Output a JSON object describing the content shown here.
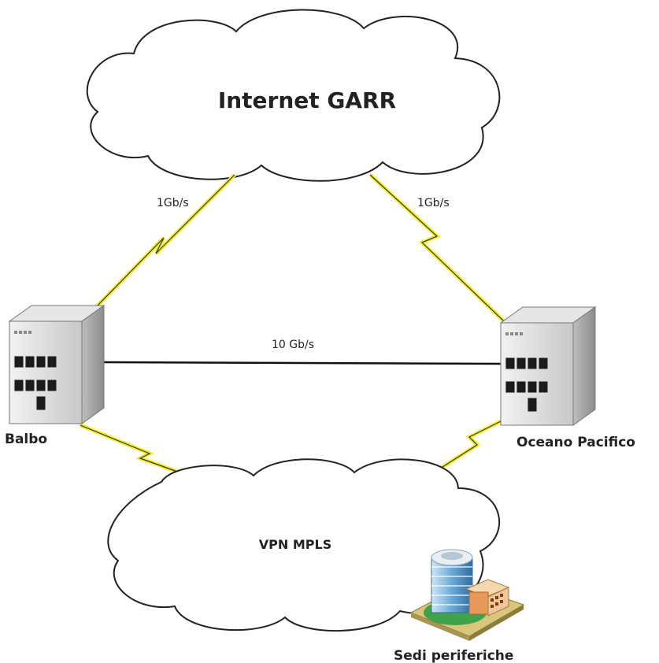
{
  "clouds": {
    "internet": {
      "label": "Internet GARR"
    },
    "vpn": {
      "label": "VPN MPLS"
    }
  },
  "nodes": {
    "balbo": {
      "label": "Balbo"
    },
    "oceano": {
      "label": "Oceano Pacifico"
    },
    "sedi": {
      "label": "Sedi periferiche"
    }
  },
  "links": {
    "balbo_internet": {
      "speed": "1Gb/s"
    },
    "oceano_internet": {
      "speed": "1Gb/s"
    },
    "balbo_oceano": {
      "speed": "10 Gb/s"
    }
  },
  "colors": {
    "bolt": "#f2ee2a",
    "server_face": "#dcdcdc",
    "server_side": "#a9a9a9"
  }
}
